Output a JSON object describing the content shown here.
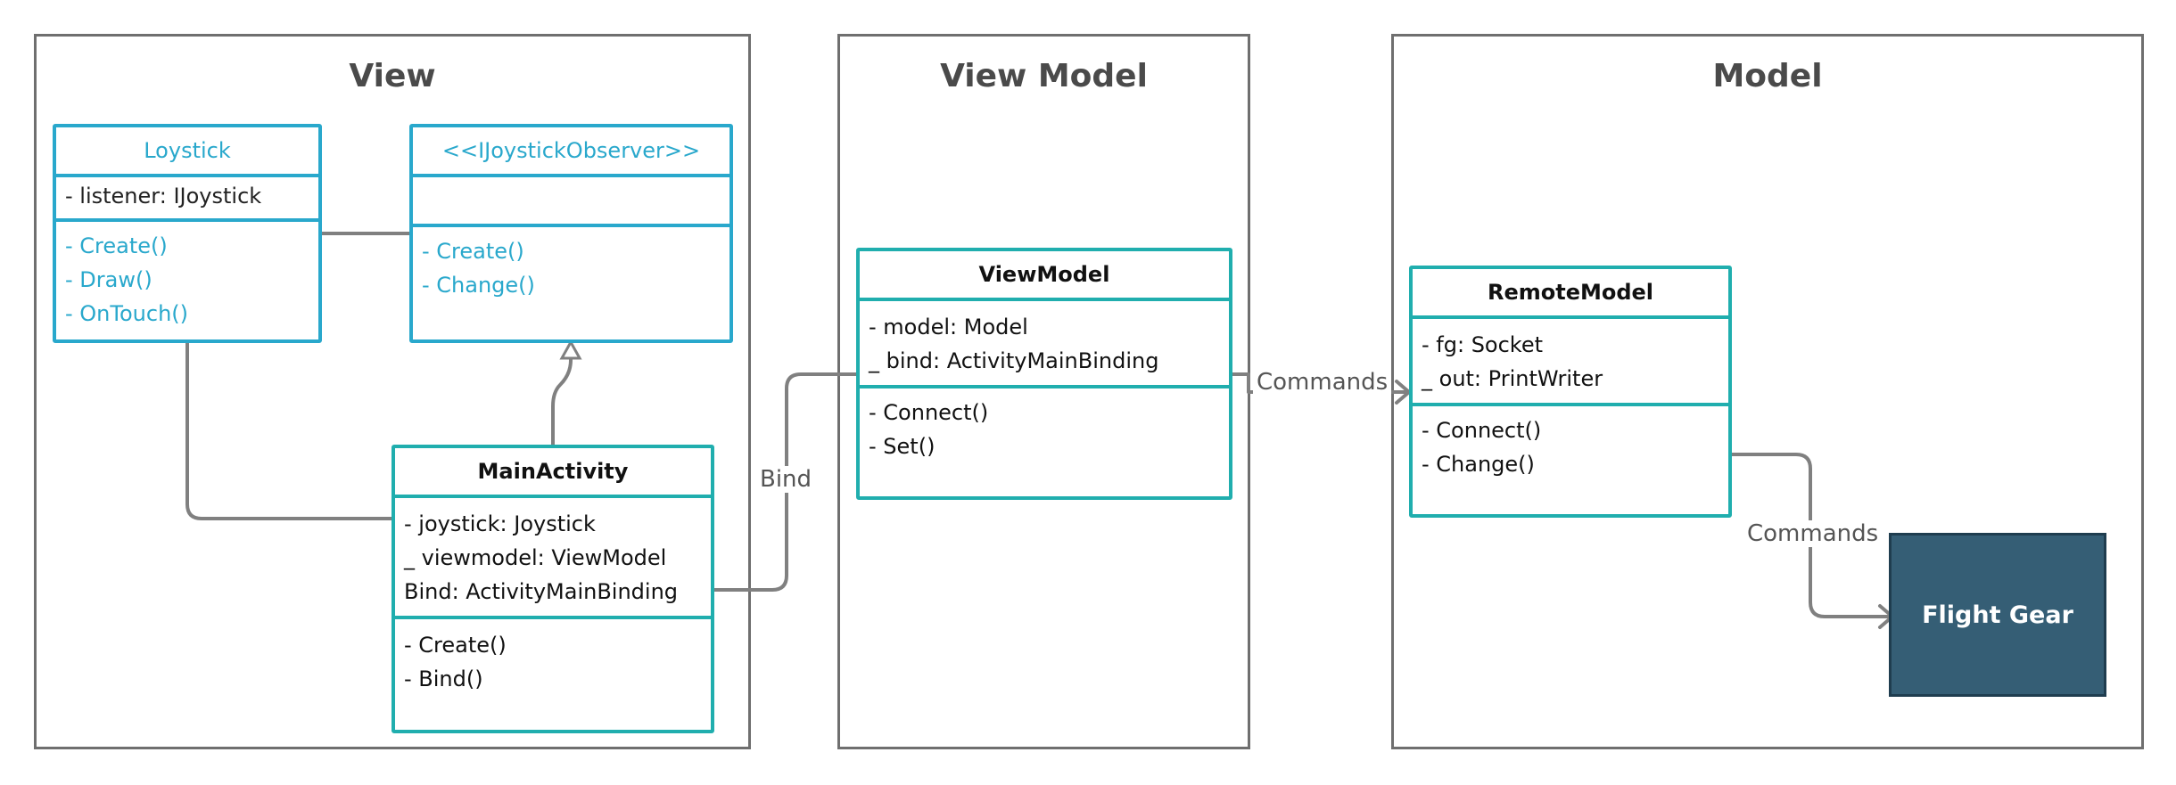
{
  "packages": {
    "view": "View",
    "view_model": "View Model",
    "model": "Model"
  },
  "classes": {
    "loystick": {
      "name": "Loystick",
      "attributes": [
        "-  listener: IJoystick"
      ],
      "methods": [
        "-  Create()",
        "- Draw()",
        "- OnTouch()"
      ]
    },
    "observer": {
      "name": "<<IJoystickObserver>>",
      "attributes": [],
      "methods": [
        "- Create()",
        "- Change()"
      ]
    },
    "main_activity": {
      "name": "MainActivity",
      "attributes": [
        "-  joystick: Joystick",
        "_ viewmodel: ViewModel",
        "Bind: ActivityMainBinding"
      ],
      "methods": [
        "-  Create()",
        "- Bind()"
      ]
    },
    "view_model": {
      "name": "ViewModel",
      "attributes": [
        "- model: Model",
        "_  bind: ActivityMainBinding"
      ],
      "methods": [
        "- Connect()",
        "- Set()"
      ]
    },
    "remote_model": {
      "name": "RemoteModel",
      "attributes": [
        "- fg: Socket",
        "_ out: PrintWriter"
      ],
      "methods": [
        "- Connect()",
        "- Change()"
      ]
    }
  },
  "flight_gear": "Flight Gear",
  "edge_labels": {
    "bind": "Bind",
    "commands_vm_model": "Commands",
    "commands_model_fg": "Commands"
  },
  "colors": {
    "view_class_border": "#29a8cc",
    "vm_class_border": "#20aeae",
    "package_border": "#6f6f6f",
    "flight_gear_fill": "#355e75",
    "connector": "#808080"
  }
}
